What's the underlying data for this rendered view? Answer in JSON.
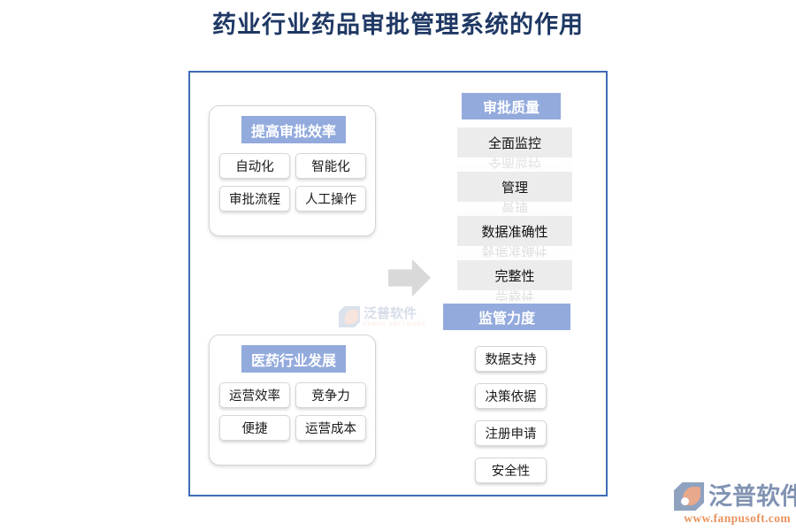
{
  "page": {
    "title": "药业行业药品审批管理系统的作用"
  },
  "diagram": {
    "arrow_icon": "right-arrow-icon",
    "left_groups": [
      {
        "header": "提高审批效率",
        "items": [
          "自动化",
          "智能化",
          "审批流程",
          "人工操作"
        ]
      },
      {
        "header": "医药行业发展",
        "items": [
          "运营效率",
          "竞争力",
          "便捷",
          "运营成本"
        ]
      }
    ],
    "right_groups": [
      {
        "header": "审批质量",
        "style": "gray-bar",
        "items": [
          "全面监控",
          "管理",
          "数据准确性",
          "完整性"
        ]
      },
      {
        "header": "监管力度",
        "style": "white-chip",
        "items": [
          "数据支持",
          "决策依据",
          "注册申请",
          "安全性"
        ]
      }
    ]
  },
  "watermark": {
    "cn": "泛普软件",
    "en": "FANPU SOFTWARE"
  },
  "brand": {
    "cn": "泛普软件",
    "url": "www.fanpusoft.com"
  },
  "colors": {
    "title": "#1f3864",
    "canvas_border": "#3e6cb5",
    "header_blue": "#93aadd",
    "gray_bar": "#ececec",
    "arrow_gray": "#d9d9d9",
    "brand_blue": "#8193b3",
    "brand_orange": "#e8935e"
  }
}
